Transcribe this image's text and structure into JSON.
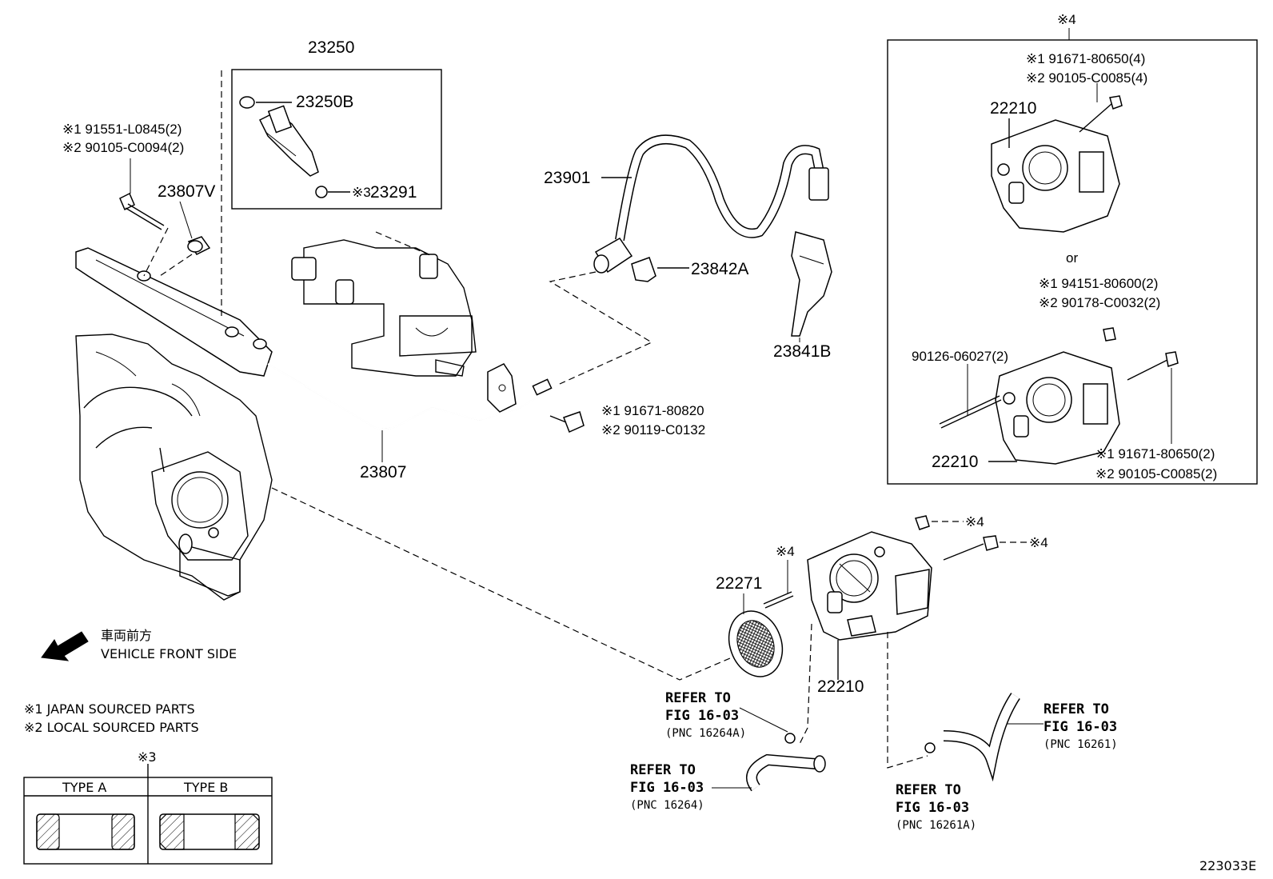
{
  "labels": {
    "p23250": "23250",
    "p23250b": "23250B",
    "p23291": "23291",
    "p23291_mark": "※3",
    "p23807v": "23807V",
    "p23807": "23807",
    "p23901": "23901",
    "p23842a": "23842A",
    "p23841b": "23841B",
    "p22271": "22271",
    "p22271_mark": "※4",
    "p22210_main": "22210",
    "p22210_box_top": "22210",
    "p22210_box_bottom": "22210",
    "box_mark": "※4",
    "box_or": "or",
    "bolt_mark_1": "※4",
    "bolt_mark_2": "※4",
    "p90126": "90126-06027(2)"
  },
  "callouts": {
    "fuel_rail_bolt": [
      "※1 91551-L0845(2)",
      "※2 90105-C0094(2)"
    ],
    "pipe_bolt": [
      "※1 91671-80820",
      "※2 90119-C0132"
    ],
    "box_top_bolt": [
      "※1  91671-80650(4)",
      "※2  90105-C0085(4)"
    ],
    "box_nut": [
      "※1 94151-80600(2)",
      "※2 90178-C0032(2)"
    ],
    "box_bottom_bolt": [
      "※1  91671-80650(2)",
      "※2  90105-C0085(2)"
    ]
  },
  "refers": [
    {
      "lines": [
        "REFER TO",
        "FIG 16-03",
        "(PNC 16264A)"
      ]
    },
    {
      "lines": [
        "REFER TO",
        "FIG 16-03",
        "(PNC 16264)"
      ]
    },
    {
      "lines": [
        "REFER TO",
        "FIG 16-03",
        "(PNC 16261A)"
      ]
    },
    {
      "lines": [
        "REFER TO",
        "FIG 16-03",
        "(PNC 16261)"
      ]
    }
  ],
  "direction": {
    "japanese": "車両前方",
    "english": "VEHICLE FRONT SIDE"
  },
  "legend": {
    "note1": "※1 JAPAN SOURCED PARTS",
    "note2": "※2 LOCAL SOURCED PARTS",
    "table_mark": "※3",
    "type_a": "TYPE A",
    "type_b": "TYPE B"
  },
  "figure_id": "223033E"
}
